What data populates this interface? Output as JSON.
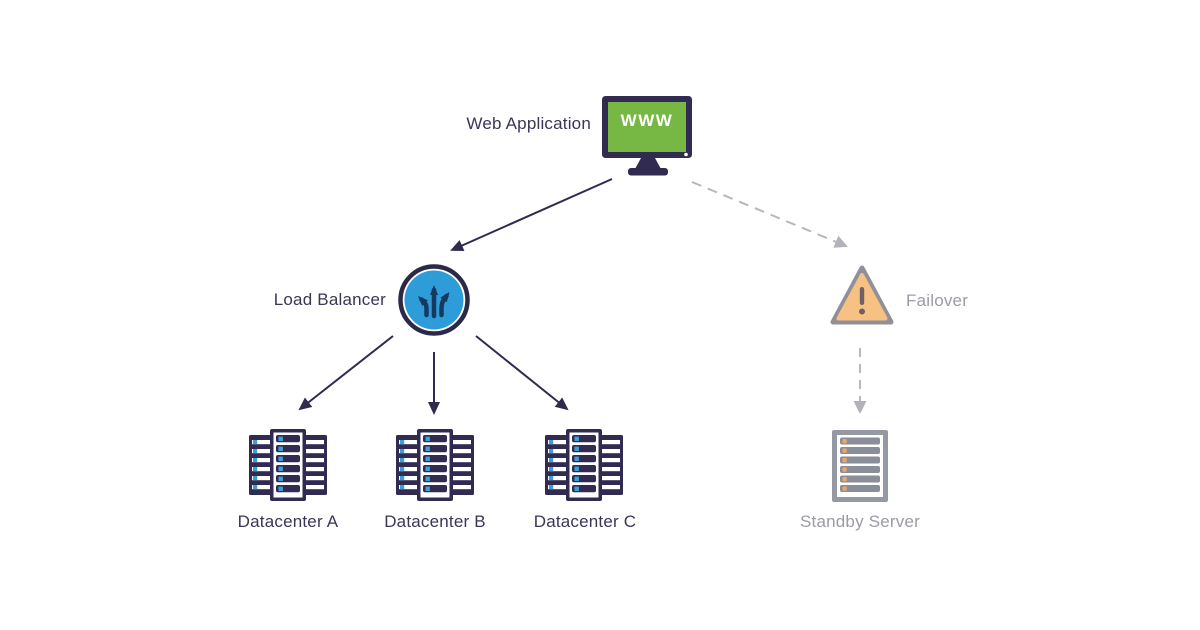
{
  "diagram": {
    "nodes": {
      "web_application": {
        "label": "Web Application",
        "icon": "monitor-www-icon",
        "screen_text": "www"
      },
      "load_balancer": {
        "label": "Load Balancer",
        "icon": "load-balancer-split-arrows-icon"
      },
      "failover": {
        "label": "Failover",
        "icon": "warning-triangle-icon"
      },
      "datacenter_a": {
        "label": "Datacenter A",
        "icon": "server-rack-cluster-icon"
      },
      "datacenter_b": {
        "label": "Datacenter B",
        "icon": "server-rack-cluster-icon"
      },
      "datacenter_c": {
        "label": "Datacenter C",
        "icon": "server-rack-cluster-icon"
      },
      "standby_server": {
        "label": "Standby Server",
        "icon": "standby-server-rack-icon"
      }
    },
    "edges": [
      {
        "from": "web_application",
        "to": "load_balancer",
        "style": "solid"
      },
      {
        "from": "web_application",
        "to": "failover",
        "style": "dashed"
      },
      {
        "from": "load_balancer",
        "to": "datacenter_a",
        "style": "solid"
      },
      {
        "from": "load_balancer",
        "to": "datacenter_b",
        "style": "solid"
      },
      {
        "from": "load_balancer",
        "to": "datacenter_c",
        "style": "solid"
      },
      {
        "from": "failover",
        "to": "standby_server",
        "style": "dashed"
      }
    ],
    "colors": {
      "primary_dark_navy": "#312b52",
      "arrow_dark": "#2e2b4e",
      "screen_green": "#76b843",
      "balancer_blue": "#2e9cd9",
      "balancer_glyph_navy": "#16395f",
      "led_blue": "#3d9fd8",
      "warning_orange_fill": "#f7c183",
      "warning_gray_stroke": "#90909a",
      "exclamation_gray": "#6d6066",
      "inactive_gray": "#9599a3",
      "dashed_gray": "#b7b7bf",
      "led_orange": "#eca869",
      "label_dark": "#3a3656",
      "label_gray": "#9b9ba4"
    }
  }
}
